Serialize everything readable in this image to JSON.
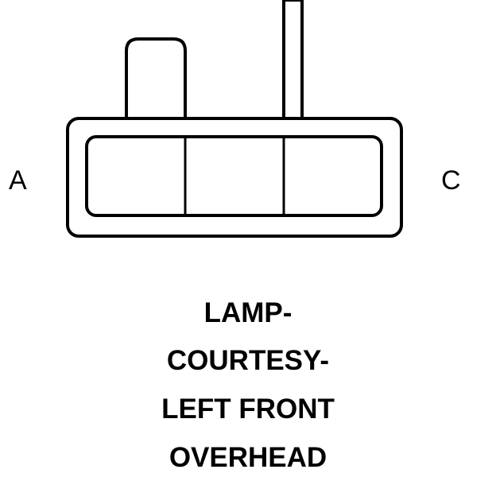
{
  "connector": {
    "pin_left_label": "A",
    "pin_right_label": "C"
  },
  "caption": {
    "lines": [
      "LAMP-",
      "COURTESY-",
      "LEFT FRONT",
      "OVERHEAD"
    ]
  }
}
